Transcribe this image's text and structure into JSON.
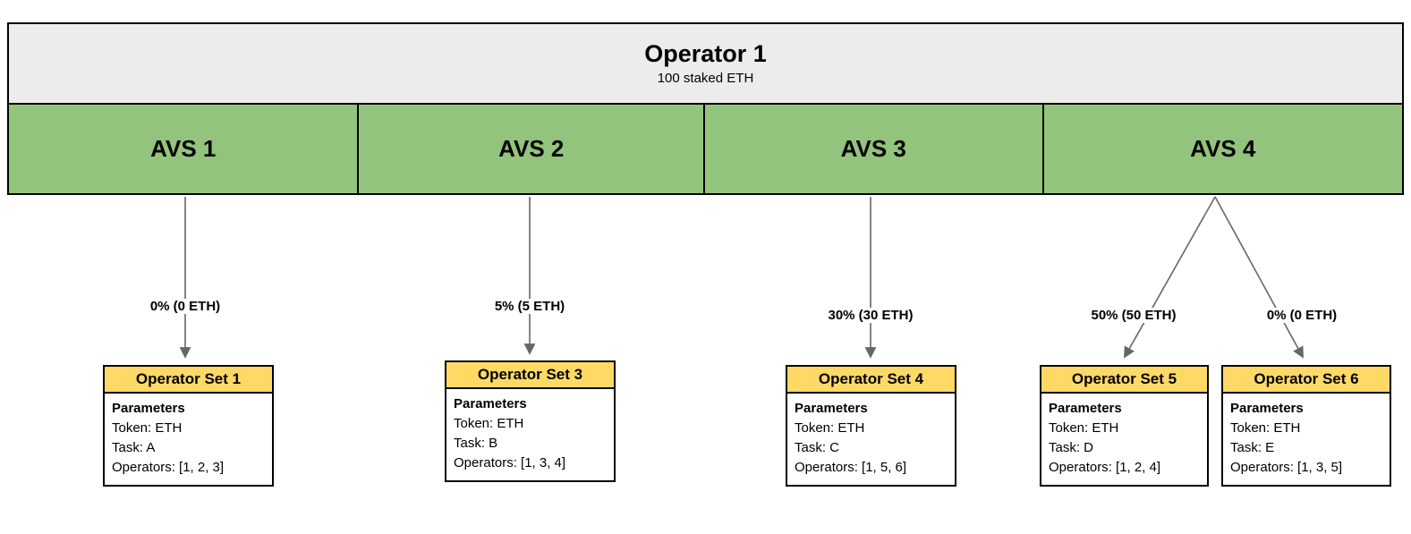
{
  "operator": {
    "title": "Operator 1",
    "subtitle": "100 staked ETH"
  },
  "avs_list": [
    {
      "label": "AVS 1"
    },
    {
      "label": "AVS 2"
    },
    {
      "label": "AVS 3"
    },
    {
      "label": "AVS 4"
    }
  ],
  "allocations": [
    {
      "label": "0% (0 ETH)",
      "from": "AVS 1",
      "to": "Operator Set 1"
    },
    {
      "label": "5% (5 ETH)",
      "from": "AVS 2",
      "to": "Operator Set 3"
    },
    {
      "label": "30% (30 ETH)",
      "from": "AVS 3",
      "to": "Operator Set 4"
    },
    {
      "label": "50% (50 ETH)",
      "from": "AVS 4",
      "to": "Operator Set 5"
    },
    {
      "label": "0% (0 ETH)",
      "from": "AVS 4",
      "to": "Operator Set 6"
    }
  ],
  "operator_sets": [
    {
      "title": "Operator Set 1",
      "params_heading": "Parameters",
      "token": "Token: ETH",
      "task": "Task: A",
      "operators": "Operators: [1, 2, 3]"
    },
    {
      "title": "Operator Set 3",
      "params_heading": "Parameters",
      "token": "Token: ETH",
      "task": "Task: B",
      "operators": "Operators: [1, 3, 4]"
    },
    {
      "title": "Operator Set 4",
      "params_heading": "Parameters",
      "token": "Token: ETH",
      "task": "Task: C",
      "operators": "Operators: [1, 5, 6]"
    },
    {
      "title": "Operator Set 5",
      "params_heading": "Parameters",
      "token": "Token: ETH",
      "task": "Task: D",
      "operators": "Operators: [1, 2, 4]"
    },
    {
      "title": "Operator Set 6",
      "params_heading": "Parameters",
      "token": "Token: ETH",
      "task": "Task: E",
      "operators": "Operators: [1, 3, 5]"
    }
  ],
  "colors": {
    "background": "#ffffff",
    "operator_bg": "#ececec",
    "avs_bg": "#93c47d",
    "set_header_bg": "#ffd966",
    "border": "#000000",
    "arrow": "#666666"
  }
}
